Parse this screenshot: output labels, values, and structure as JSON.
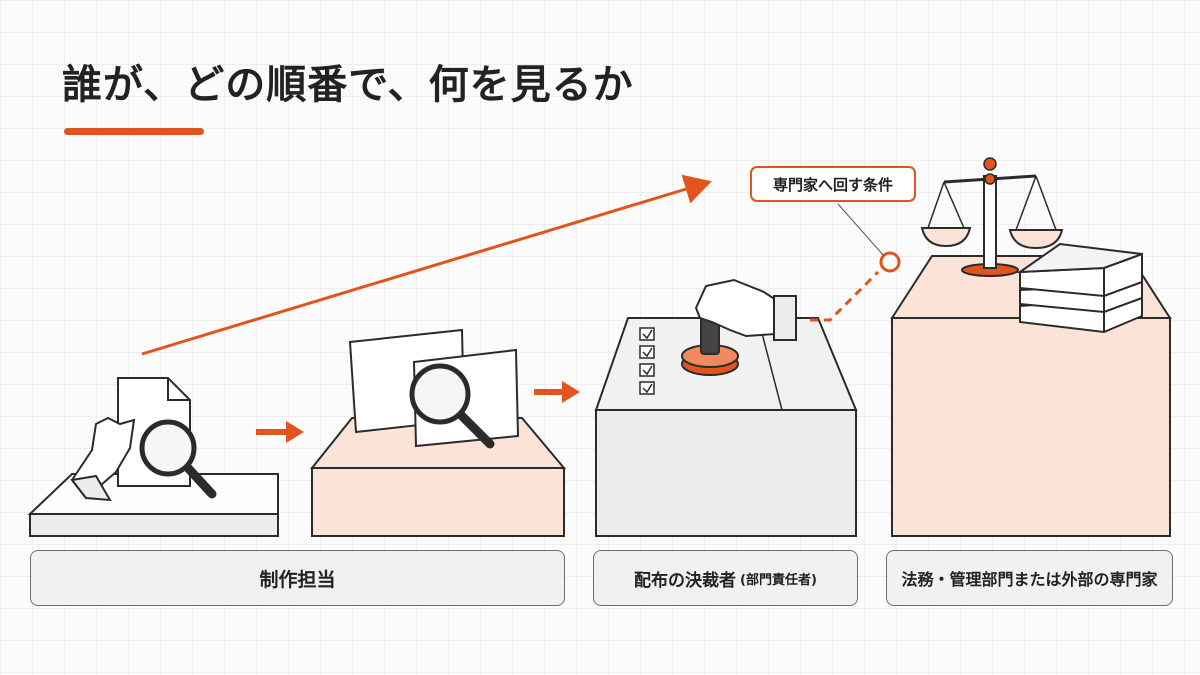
{
  "title": "誰が、どの順番で、何を見るか",
  "callout": "専門家へ回す条件",
  "roles": [
    {
      "label": "制作担当",
      "sub": ""
    },
    {
      "label": "配布の決裁者",
      "sub": "(部門責任者)"
    },
    {
      "label": "法務・管理部門または外部の専門家",
      "sub": ""
    }
  ],
  "colors": {
    "accent": "#e2531d",
    "peach": "#fbe3d8",
    "outline": "#2b2b2b"
  }
}
